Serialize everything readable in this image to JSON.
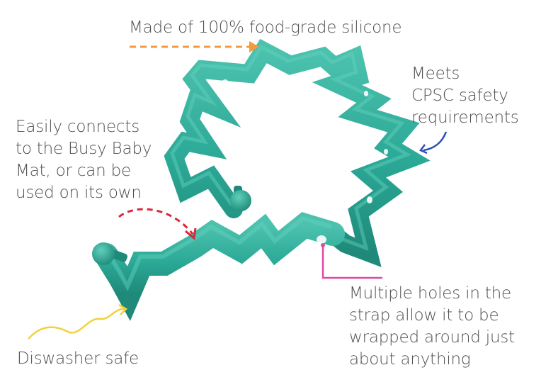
{
  "labels": {
    "food_grade": "Made of 100% food-grade silicone",
    "cpsc": "Meets\nCPSC safety\nrequirements",
    "connects": "Easily connects\nto the Busy Baby\nMat, or can be\nused on its own",
    "holes": "Multiple holes in the\nstrap allow it to be\nwrapped around just\nabout anything",
    "dishwasher": "Diswasher safe"
  },
  "colors": {
    "strap": "#2ba896",
    "strap_dark": "#1f8a7a",
    "strap_light": "#4cc2ae",
    "arrow_orange": "#f39a3c",
    "arrow_blue": "#2e4fb5",
    "arrow_red": "#d8283a",
    "arrow_pink": "#e04aa0",
    "arrow_yellow": "#f2d23a"
  },
  "image": {
    "subject": "teal zig-zag silicone strap with knob ends"
  }
}
